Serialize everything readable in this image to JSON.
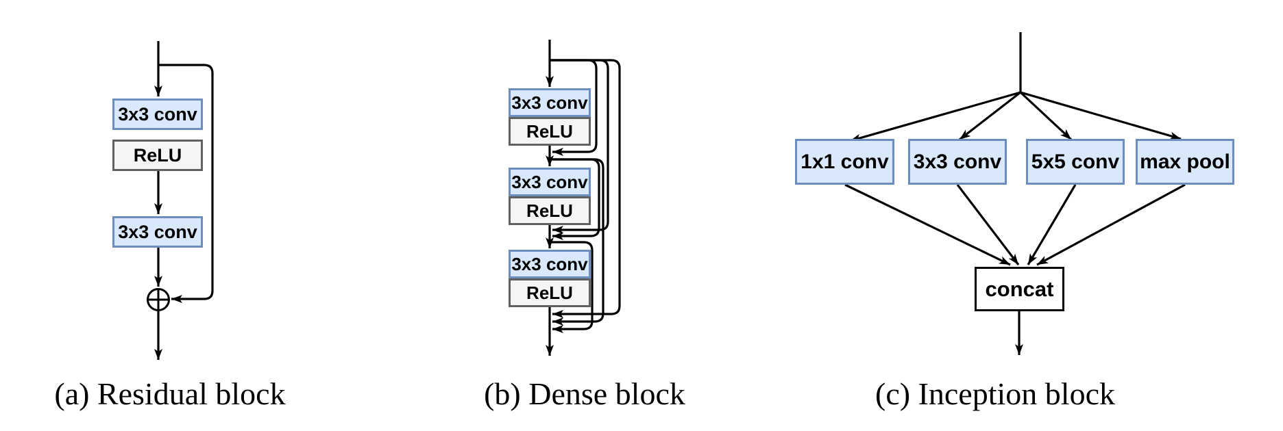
{
  "figure": {
    "panels": {
      "residual": {
        "caption": "(a) Residual block",
        "conv1_label": "3x3 conv",
        "relu_label": "ReLU",
        "conv2_label": "3x3 conv",
        "merge_symbol": "circled-plus"
      },
      "dense": {
        "caption": "(b) Dense block",
        "conv1_label": "3x3 conv",
        "relu1_label": "ReLU",
        "conv2_label": "3x3 conv",
        "relu2_label": "ReLU",
        "conv3_label": "3x3 conv",
        "relu3_label": "ReLU"
      },
      "inception": {
        "caption": "(c) Inception block",
        "branch1_label": "1x1 conv",
        "branch2_label": "3x3 conv",
        "branch3_label": "5x5 conv",
        "branch4_label": "max pool",
        "merge_label": "concat"
      }
    },
    "colors": {
      "background": "#ffffff",
      "conv_fill": "#dae8fc",
      "conv_border": "#6c8ebf",
      "relu_fill": "#f5f5f5",
      "relu_border": "#616161",
      "concat_fill": "#ffffff",
      "concat_border": "#000000",
      "line": "#000000",
      "label_color": "#000000"
    }
  }
}
